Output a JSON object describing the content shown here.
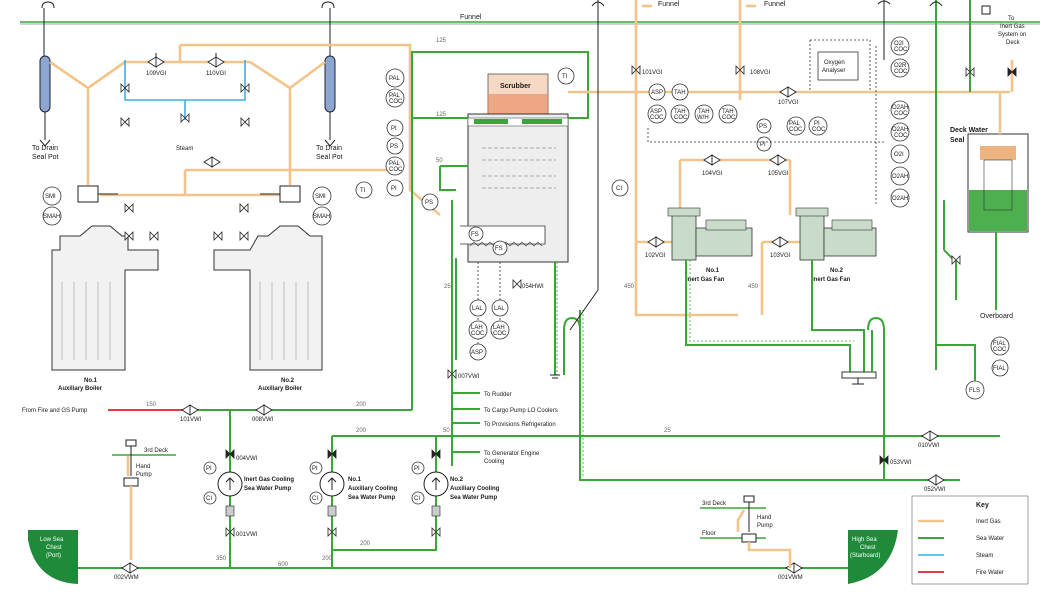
{
  "labels": {
    "funnel_top": "Funnel",
    "funnel_a": "Funnel",
    "funnel_b": "Funnel",
    "drain_1": [
      "To Drain",
      "Seal Pot"
    ],
    "drain_2": [
      "To Drain",
      "Seal Pot"
    ],
    "steam": "Steam",
    "boiler_1": [
      "No.1",
      "Auxiliary Boiler"
    ],
    "boiler_2": [
      "No.2",
      "Auxiliary Boiler"
    ],
    "scrubber": "Scrubber",
    "oxygen_analyser": [
      "Oxygen",
      "Analyser"
    ],
    "inert_gas_system": [
      "To",
      "Inert Gas",
      "System on",
      "Deck"
    ],
    "deck_water_seal": [
      "Deck Water",
      "Seal"
    ],
    "fan_1": [
      "No.1",
      "Inert Gas Fan"
    ],
    "fan_2": [
      "No.2",
      "Inert Gas Fan"
    ],
    "overboard": "Overboard",
    "from_fire": "From Fire and GS Pump",
    "to_rudder": "To Rudder",
    "to_cargo_pump": "To Cargo Pump LO Coolers",
    "to_provisions": "To Provisions Refrigeration",
    "to_generator": [
      "To Generator Engine",
      "Cooling"
    ],
    "pump_ig": [
      "Inert Gas Cooling",
      "Sea Water Pump"
    ],
    "pump_1": [
      "No.1",
      "Auxiliary Cooling",
      "Sea Water Pump"
    ],
    "pump_2": [
      "No.2",
      "Auxiliary Cooling",
      "Sea Water Pump"
    ],
    "third_deck_l": "3rd Deck",
    "third_deck_r": "3rd Deck",
    "hand_pump_l": [
      "Hand",
      "Pump"
    ],
    "hand_pump_r": [
      "Hand",
      "Pump"
    ],
    "floor": "Floor",
    "low_chest": [
      "Low Sea",
      "Chest",
      "(Port)"
    ],
    "high_chest": [
      "High Sea",
      "Chest",
      "(Starboard)"
    ]
  },
  "valves": {
    "v109": "109VGI",
    "v110": "110VGI",
    "v101": "101VGI",
    "v108": "108VGI",
    "v107": "107VGI",
    "v104": "104VGI",
    "v105": "105VGI",
    "v102": "102VGI",
    "v103": "103VGI",
    "v054": "054HWI",
    "v007": "007VWI",
    "v101w": "101VWI",
    "v008": "008VWI",
    "v004": "004VWI",
    "v001": "001VWI",
    "v010": "010VWI",
    "v053": "053VWI",
    "v052": "052VWI",
    "v002m": "002VWM",
    "v001m": "001VWM"
  },
  "instruments": {
    "pal": "PAL",
    "pal_coc": [
      "PAL",
      "COC"
    ],
    "pi": "PI",
    "ps": "PS",
    "ti": "TI",
    "fs": "FS",
    "lal": "LAL",
    "lah_coc": [
      "LAH",
      "COC"
    ],
    "asp": "ASP",
    "ci": "CI",
    "asp_coc": [
      "ASP",
      "COC"
    ],
    "tah": "TAH",
    "tah_coc": [
      "TAH",
      "COC"
    ],
    "tah_wh": [
      "TAH",
      "W/H"
    ],
    "tah_coc2": [
      "TAH",
      "COC"
    ],
    "o2i_coc": [
      "O2I",
      "COC"
    ],
    "o2r_coc": [
      "O2R",
      "COC"
    ],
    "o2ah_coc": [
      "O2AH",
      "COC"
    ],
    "o2i": "O2I",
    "o2ah": "O2AH",
    "fial_coc": [
      "FIAL",
      "COC"
    ],
    "fial": "FIAL",
    "fls": "FLS",
    "smi": "SMI",
    "smah": "SMAH",
    "pi_coc": [
      "PI",
      "COC"
    ],
    "pal_coc2": [
      "PAL",
      "COC"
    ]
  },
  "sizes": [
    "125",
    "125",
    "50",
    "25",
    "450",
    "450",
    "150",
    "200",
    "200",
    "50",
    "25",
    "350",
    "600",
    "200",
    "200"
  ],
  "key": {
    "title": "Key",
    "items": [
      {
        "label": "Inert Gas",
        "color": "#f2c48a"
      },
      {
        "label": "Sea Water",
        "color": "#3aa63a"
      },
      {
        "label": "Steam",
        "color": "#3cb0e6"
      },
      {
        "label": "Fire Water",
        "color": "#e23a4a"
      }
    ]
  },
  "colors": {
    "inert_gas": "#f2c48a",
    "sea_water": "#3aa63a",
    "steam": "#3cb0e6",
    "fire_water": "#e23a4a",
    "equipment": "#c9dcc9",
    "chest": "#1e8a3a"
  }
}
